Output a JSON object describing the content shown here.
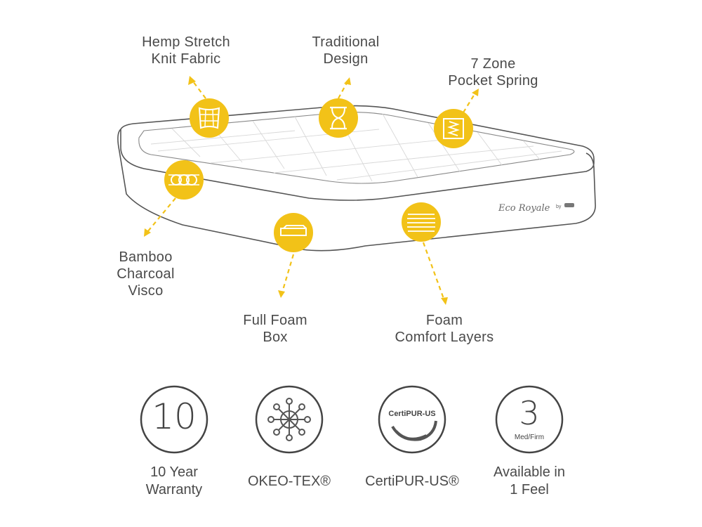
{
  "features": {
    "hemp": {
      "line1": "Hemp Stretch",
      "line2": "Knit Fabric",
      "icon": "fabric-grid-icon"
    },
    "traditional": {
      "line1": "Traditional",
      "line2": "Design",
      "icon": "hourglass-icon"
    },
    "pocket_spring": {
      "line1": "7 Zone",
      "line2": "Pocket Spring",
      "icon": "spring-icon"
    },
    "bamboo": {
      "line1": "Bamboo",
      "line2": "Charcoal",
      "line3": "Visco",
      "icon": "rings-icon"
    },
    "foam_box": {
      "line1": "Full Foam",
      "line2": "Box",
      "icon": "foam-box-icon"
    },
    "comfort": {
      "line1": "Foam",
      "line2": "Comfort Layers",
      "icon": "layers-icon"
    }
  },
  "brand": {
    "logo_text": "Eco Royale",
    "by": "by"
  },
  "badges": {
    "warranty": {
      "number": "10",
      "line1": "10 Year",
      "line2": "Warranty"
    },
    "oekotex": {
      "line1": "OKEO-TEX®"
    },
    "certipur": {
      "logo_text": "CertiPUR-US",
      "line1": "CertiPUR-US®"
    },
    "feel": {
      "number": "3",
      "sub": "Med/Firm",
      "line1": "Available in",
      "line2": "1 Feel"
    }
  },
  "colors": {
    "accent": "#F2C218",
    "outline": "#444444",
    "line": "#6b6b6b"
  }
}
